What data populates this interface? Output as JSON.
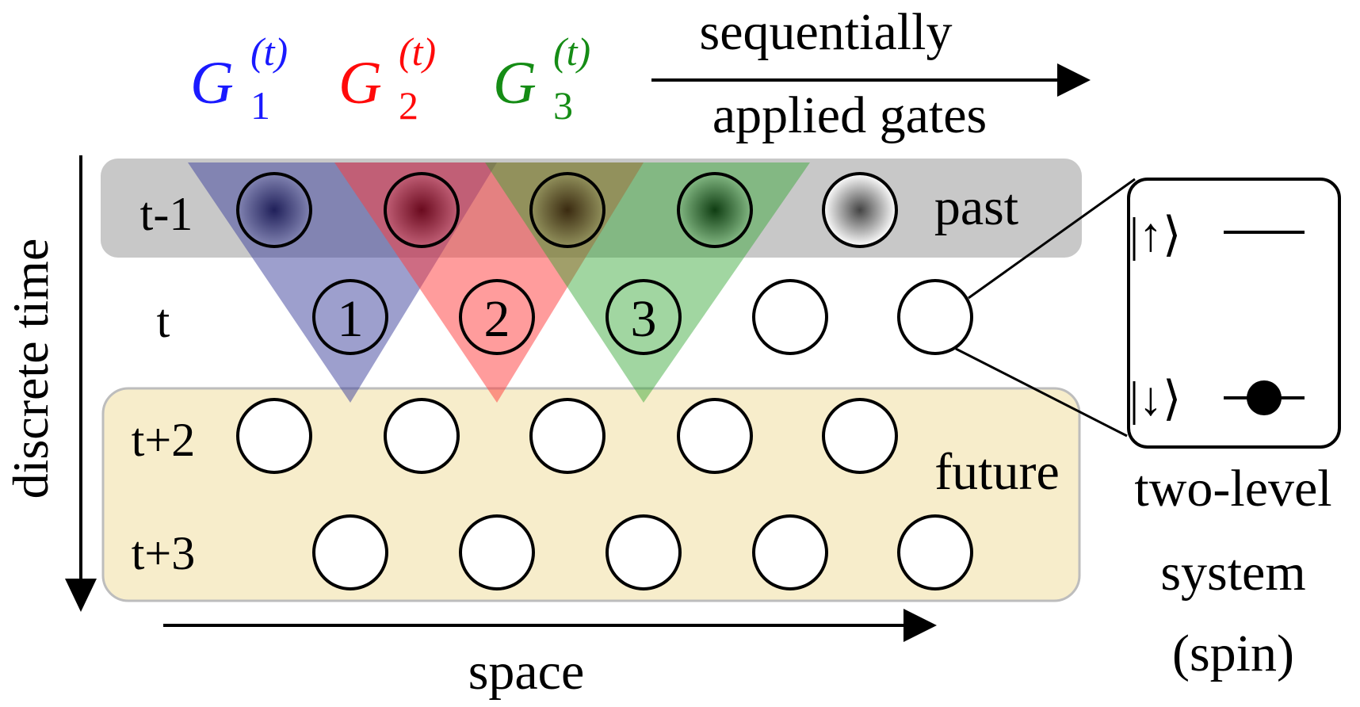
{
  "gates": [
    {
      "symbol": "G",
      "subscript": "1",
      "superscript": "(t)",
      "color": "#1a1aff",
      "fill": "#3b3f9c",
      "number": "1"
    },
    {
      "symbol": "G",
      "subscript": "2",
      "superscript": "(t)",
      "color": "#ff0a0a",
      "fill": "#e8323c",
      "number": "2"
    },
    {
      "symbol": "G",
      "subscript": "3",
      "superscript": "(t)",
      "color": "#158c15",
      "fill": "#27a22a",
      "number": "3"
    }
  ],
  "arrow_label": {
    "line1": "sequentially",
    "line2": "applied gates"
  },
  "rows": {
    "past": "t-1",
    "current": "t",
    "future1": "t+2",
    "future2": "t+3"
  },
  "region_labels": {
    "past": "past",
    "future": "future"
  },
  "axis_labels": {
    "time": "discrete time",
    "space": "space"
  },
  "spin": {
    "up_state": "|↑⟩",
    "down_state": "|↓⟩",
    "caption_line1": "two-level",
    "caption_line2": "system",
    "caption_line3": "(spin)"
  },
  "colors": {
    "past_band": "#c8c8c8",
    "future_band": "#f7edcb",
    "past_node_dark": "#444444"
  }
}
